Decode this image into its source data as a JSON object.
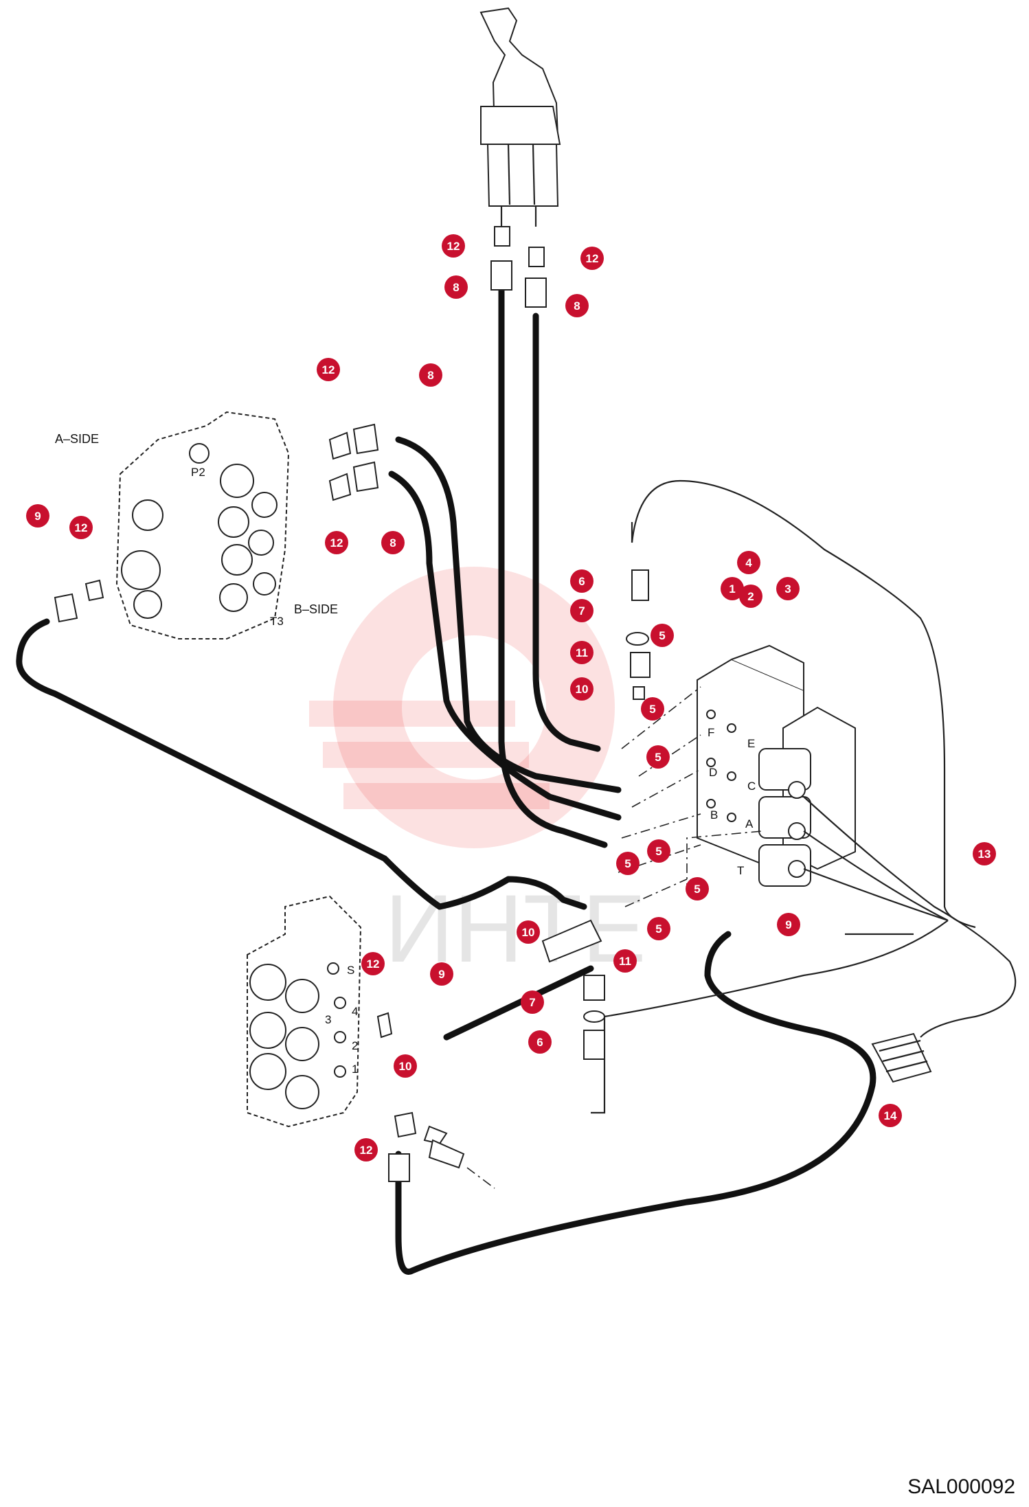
{
  "drawing_id": "SAL000092",
  "watermark_text": "ИНТЕ",
  "side_labels": {
    "a_side": "A–SIDE",
    "b_side": "B–SIDE"
  },
  "port_labels": {
    "p2": "P2",
    "t3": "T3",
    "s": "S",
    "f": "F",
    "e": "E",
    "d": "D",
    "c": "C",
    "b": "B",
    "a": "A",
    "t": "T",
    "n1": "1",
    "n2": "2",
    "n3": "3",
    "n4": "4"
  },
  "callouts": [
    "12",
    "12",
    "8",
    "8",
    "12",
    "8",
    "12",
    "8",
    "9",
    "12",
    "6",
    "7",
    "11",
    "10",
    "5",
    "5",
    "5",
    "5",
    "5",
    "4",
    "1",
    "2",
    "3",
    "5",
    "5",
    "9",
    "10",
    "12",
    "9",
    "11",
    "7",
    "6",
    "10",
    "12",
    "13",
    "14"
  ],
  "colors": {
    "badge": "#c8102e",
    "hose": "#111111",
    "watermark": "#e4161b"
  }
}
